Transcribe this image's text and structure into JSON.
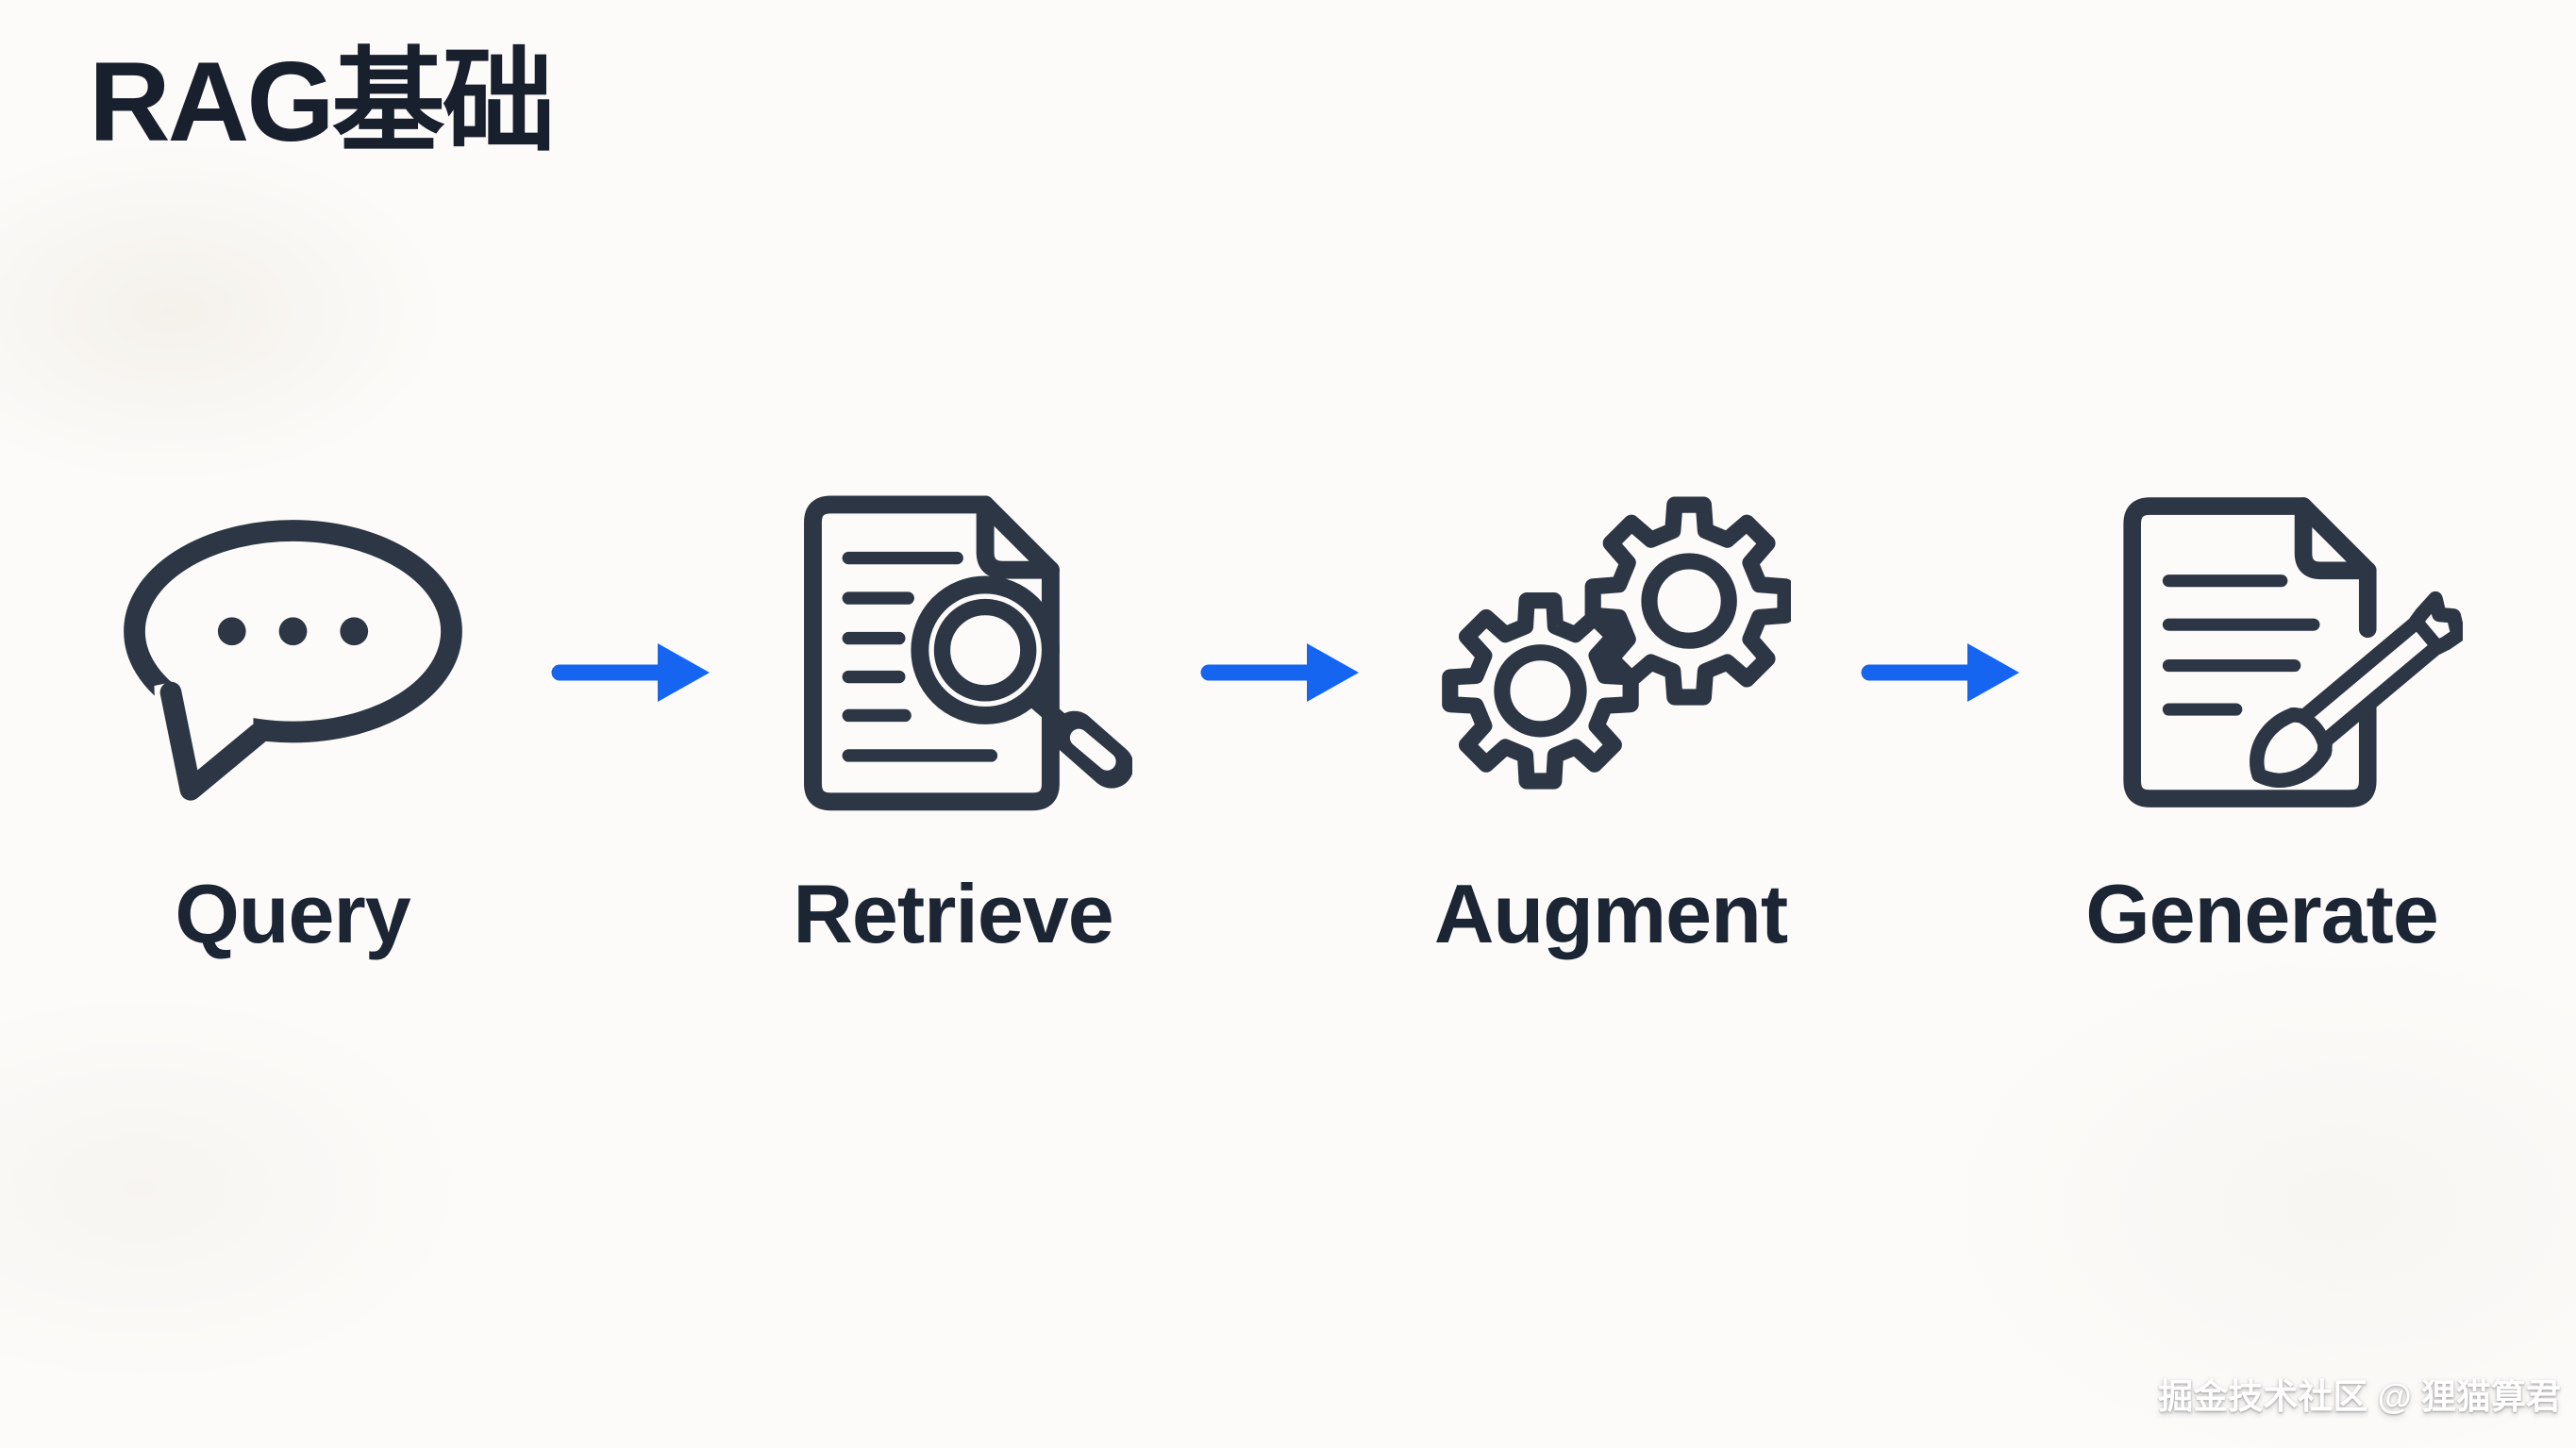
{
  "page": {
    "title": "RAG基础",
    "watermark": "掘金技术社区 @ 狸猫算君"
  },
  "flow": {
    "steps": [
      {
        "id": "query",
        "label": "Query",
        "icon": "speech-bubble-icon"
      },
      {
        "id": "retrieve",
        "label": "Retrieve",
        "icon": "document-search-icon"
      },
      {
        "id": "augment",
        "label": "Augment",
        "icon": "gears-icon"
      },
      {
        "id": "generate",
        "label": "Generate",
        "icon": "document-pencil-icon"
      }
    ],
    "connections": [
      {
        "from": "query",
        "to": "retrieve"
      },
      {
        "from": "retrieve",
        "to": "augment"
      },
      {
        "from": "augment",
        "to": "generate"
      }
    ]
  },
  "colors": {
    "background": "#fcfbf9",
    "title": "#181f2d",
    "label": "#1c2533",
    "icon_stroke": "#2d3645",
    "arrow": "#1565f0",
    "watermark_text": "#ffffff"
  }
}
